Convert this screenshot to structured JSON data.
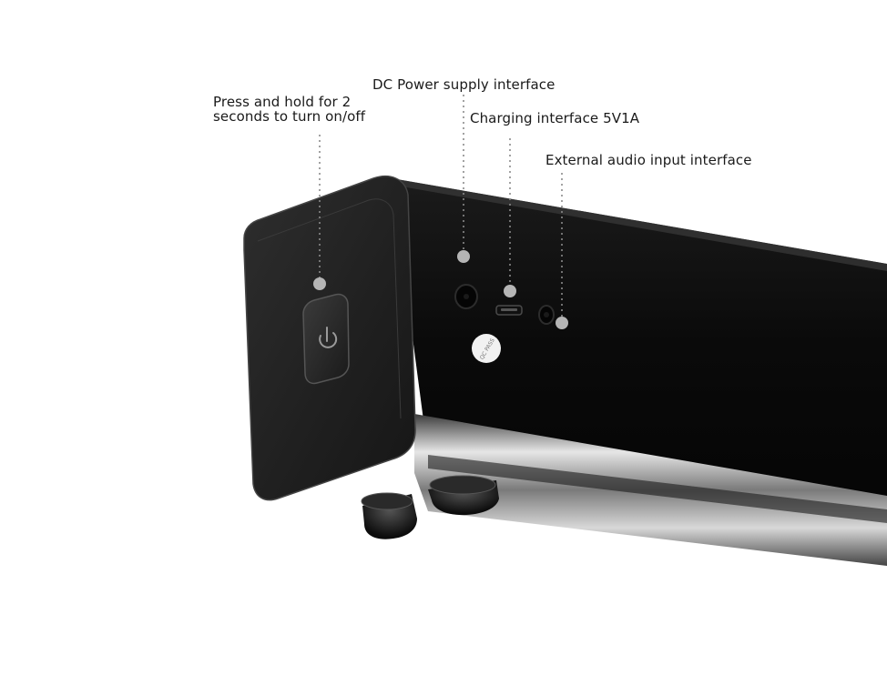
{
  "callouts": {
    "power_button": {
      "line1": "Press and hold for 2",
      "line2": "seconds to turn on/off"
    },
    "dc_power": "DC Power supply interface",
    "charging": "Charging interface 5V1A",
    "audio_input": "External audio input interface"
  },
  "colors": {
    "body_black": "#0b0b0b",
    "end_cap": "#222222",
    "chrome_trim": "#c9c9c9",
    "callout_dot": "#b5b5b5",
    "background": "#ffffff"
  },
  "icons": {
    "power": "power-icon"
  }
}
